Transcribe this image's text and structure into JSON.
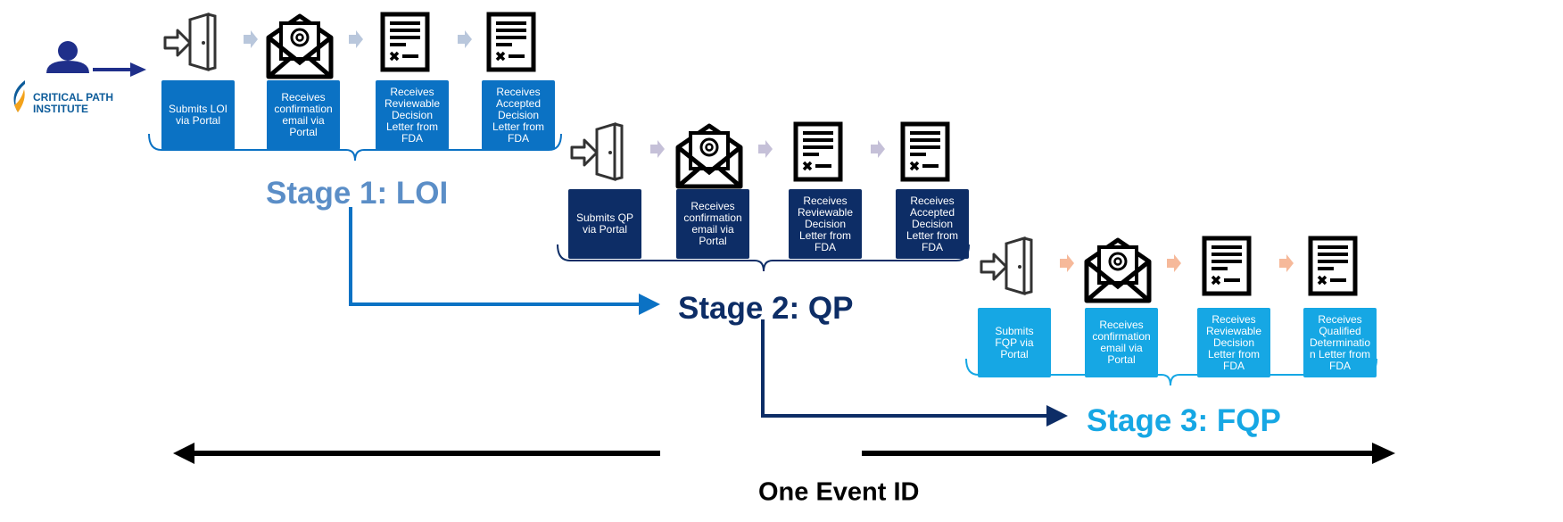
{
  "logo": {
    "name": "CRITICAL PATH\nINSTITUTE"
  },
  "colors": {
    "stage1": "#0b72c4",
    "stage2": "#0d2d66",
    "stage3": "#16a7e4",
    "stage1_label": "#5b8ec7"
  },
  "icons": [
    "door-enter-icon",
    "email-icon",
    "document-icon",
    "document-icon"
  ],
  "stages": [
    {
      "label": "Stage 1: LOI",
      "steps": [
        "Submits LOI\nvia Portal",
        "Receives\nconfirmation\nemail via\nPortal",
        "Receives\nReviewable\nDecision\nLetter from\nFDA",
        "Receives\nAccepted\nDecision\nLetter from\nFDA"
      ]
    },
    {
      "label": "Stage 2: QP",
      "steps": [
        "Submits QP\nvia Portal",
        "Receives\nconfirmation\nemail via\nPortal",
        "Receives\nReviewable\nDecision\nLetter from\nFDA",
        "Receives\nAccepted\nDecision\nLetter from\nFDA"
      ]
    },
    {
      "label": "Stage 3: FQP",
      "steps": [
        "Submits\nFQP via\nPortal",
        "Receives\nconfirmation\nemail via\nPortal",
        "Receives\nReviewable\nDecision\nLetter from\nFDA",
        "Receives\nQualified\nDeterminatio\nn Letter from\nFDA"
      ]
    }
  ],
  "footer": "One Event ID"
}
